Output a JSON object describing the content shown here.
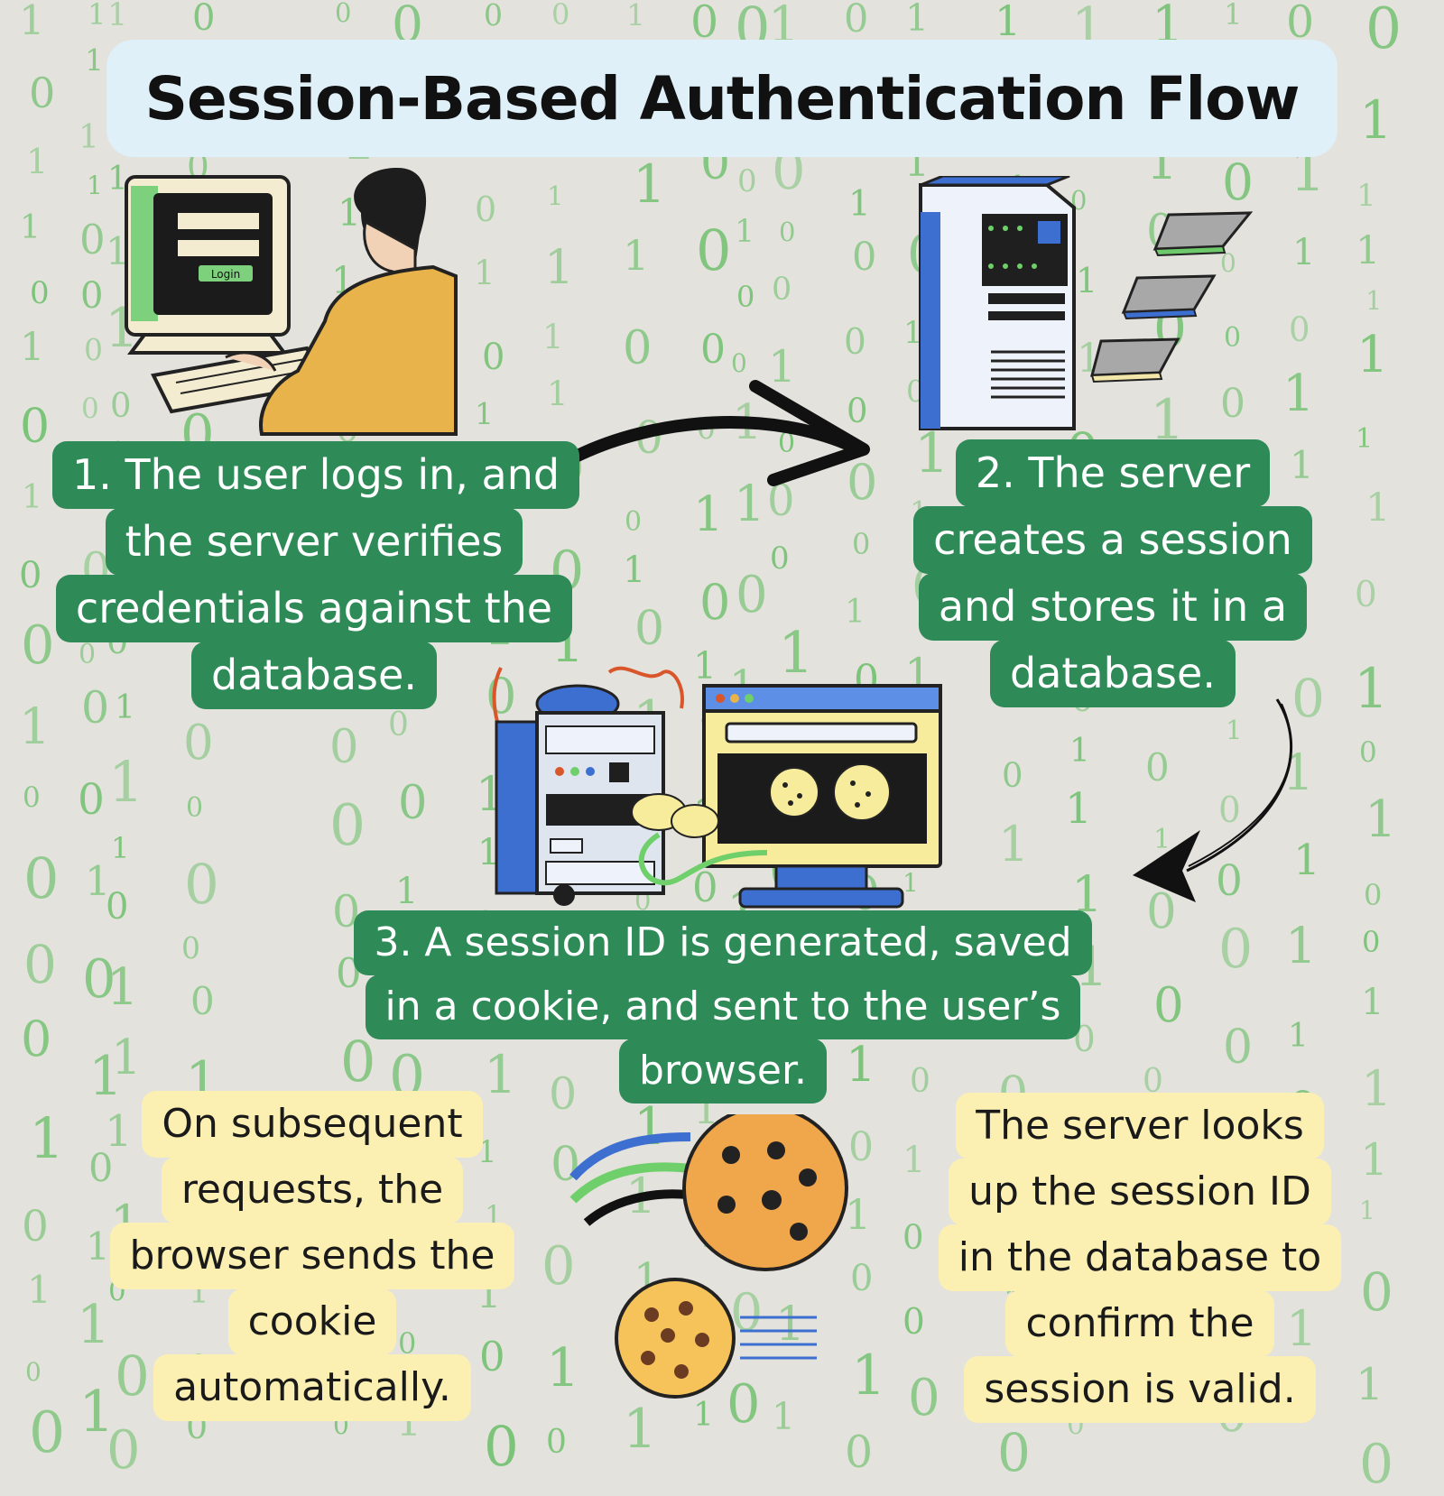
{
  "title": "Session-Based Authentication Flow",
  "steps": [
    {
      "id": "step1",
      "lines": [
        "1. The user logs in, and",
        "the server verifies",
        "credentials against the",
        "database."
      ]
    },
    {
      "id": "step2",
      "lines": [
        "2. The server",
        "creates a session",
        "and stores it in a",
        "database."
      ]
    },
    {
      "id": "step3",
      "lines": [
        "3. A session ID is generated, saved",
        "in a cookie, and sent to the user’s",
        "browser."
      ]
    }
  ],
  "notes": [
    {
      "id": "note-left",
      "lines": [
        "On subsequent",
        "requests, the",
        "browser sends the",
        "cookie",
        "automatically."
      ]
    },
    {
      "id": "note-right",
      "lines": [
        "The server looks",
        "up the session ID",
        "in the database to",
        "confirm the",
        "session is valid."
      ]
    }
  ],
  "illustrations": {
    "login_screen_button": "Login"
  },
  "colors": {
    "background": "#e4e2dd",
    "binary_digits": "#7cc47a",
    "title_box": "#dff0f8",
    "step_box": "#2e8b57",
    "note_box": "#fbf0b2"
  },
  "icons": [
    "user-at-computer-icon",
    "server-rack-icon",
    "database-disks-icon",
    "server-machine-icon",
    "browser-window-icon",
    "cookie-icon",
    "arrow-right-icon",
    "arrow-down-curved-icon"
  ]
}
